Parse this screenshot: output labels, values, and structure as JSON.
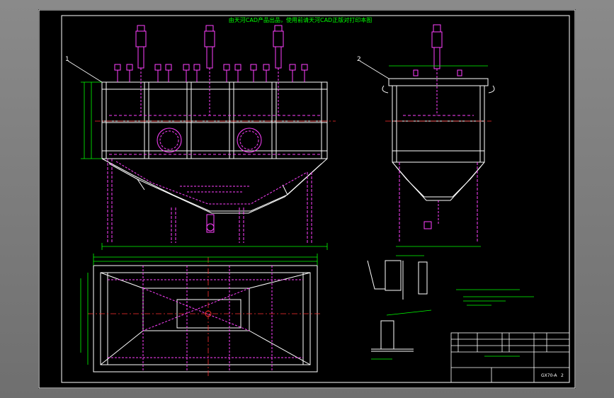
{
  "drawing": {
    "title": "由天河CAD产品出品，使用前请天河CAD正版对打印本图",
    "leader_labels": [
      "1",
      "2"
    ],
    "title_block": {
      "drawing_no": "GX70-A",
      "sheet": "2"
    }
  },
  "colors": {
    "viewport_bg": "#7d7d7d",
    "canvas_bg": "#000000",
    "frame": "#ffffff",
    "main_lines": "#ffffff",
    "hidden_lines": "#ff40ff",
    "dimensions": "#00ff00",
    "centerlines": "#ff3030",
    "highlight": "#ffff00"
  }
}
